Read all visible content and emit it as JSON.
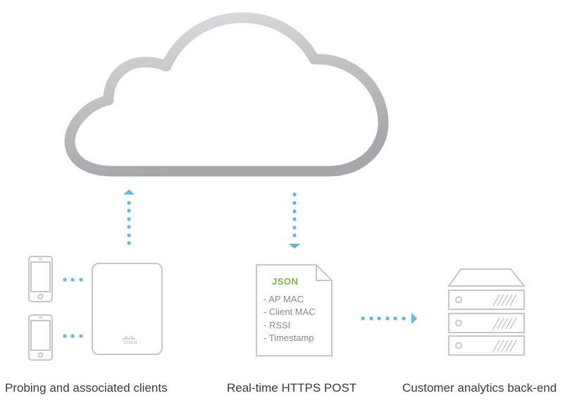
{
  "diagram": {
    "title": "",
    "colors": {
      "arrow": "#5bb8e8",
      "outline": "#c6c6c6",
      "cloud_top": "#dcdcde",
      "cloud_bottom": "#a9aaad",
      "json_label": "#7ab648",
      "caption": "#3a3a3a",
      "field_text": "#8a8a8a"
    },
    "nodes": [
      {
        "id": "cloud",
        "icon": "cloud-icon",
        "label": ""
      },
      {
        "id": "phone-1",
        "icon": "smartphone-icon",
        "label": ""
      },
      {
        "id": "phone-2",
        "icon": "smartphone-icon",
        "label": ""
      },
      {
        "id": "access-point",
        "icon": "access-point-icon",
        "label": "",
        "brand": "cisco"
      },
      {
        "id": "json-doc",
        "icon": "document-icon",
        "label": "JSON"
      },
      {
        "id": "server",
        "icon": "server-rack-icon",
        "label": ""
      }
    ],
    "edges": [
      {
        "from": "phone-1",
        "to": "access-point",
        "style": "dotted"
      },
      {
        "from": "phone-2",
        "to": "access-point",
        "style": "dotted"
      },
      {
        "from": "access-point",
        "to": "cloud",
        "style": "dotted-arrow"
      },
      {
        "from": "cloud",
        "to": "json-doc",
        "style": "dotted-arrow"
      },
      {
        "from": "json-doc",
        "to": "server",
        "style": "dotted-arrow"
      }
    ],
    "json_doc": {
      "title": "JSON",
      "fields": [
        "- AP MAC",
        "- Client MAC",
        "- RSSI",
        "- Timestamp"
      ]
    },
    "captions": {
      "clients": "Probing and associated clients",
      "post": "Real-time HTTPS POST",
      "backend": "Customer analytics back-end"
    },
    "brand_text": "CISCO"
  }
}
